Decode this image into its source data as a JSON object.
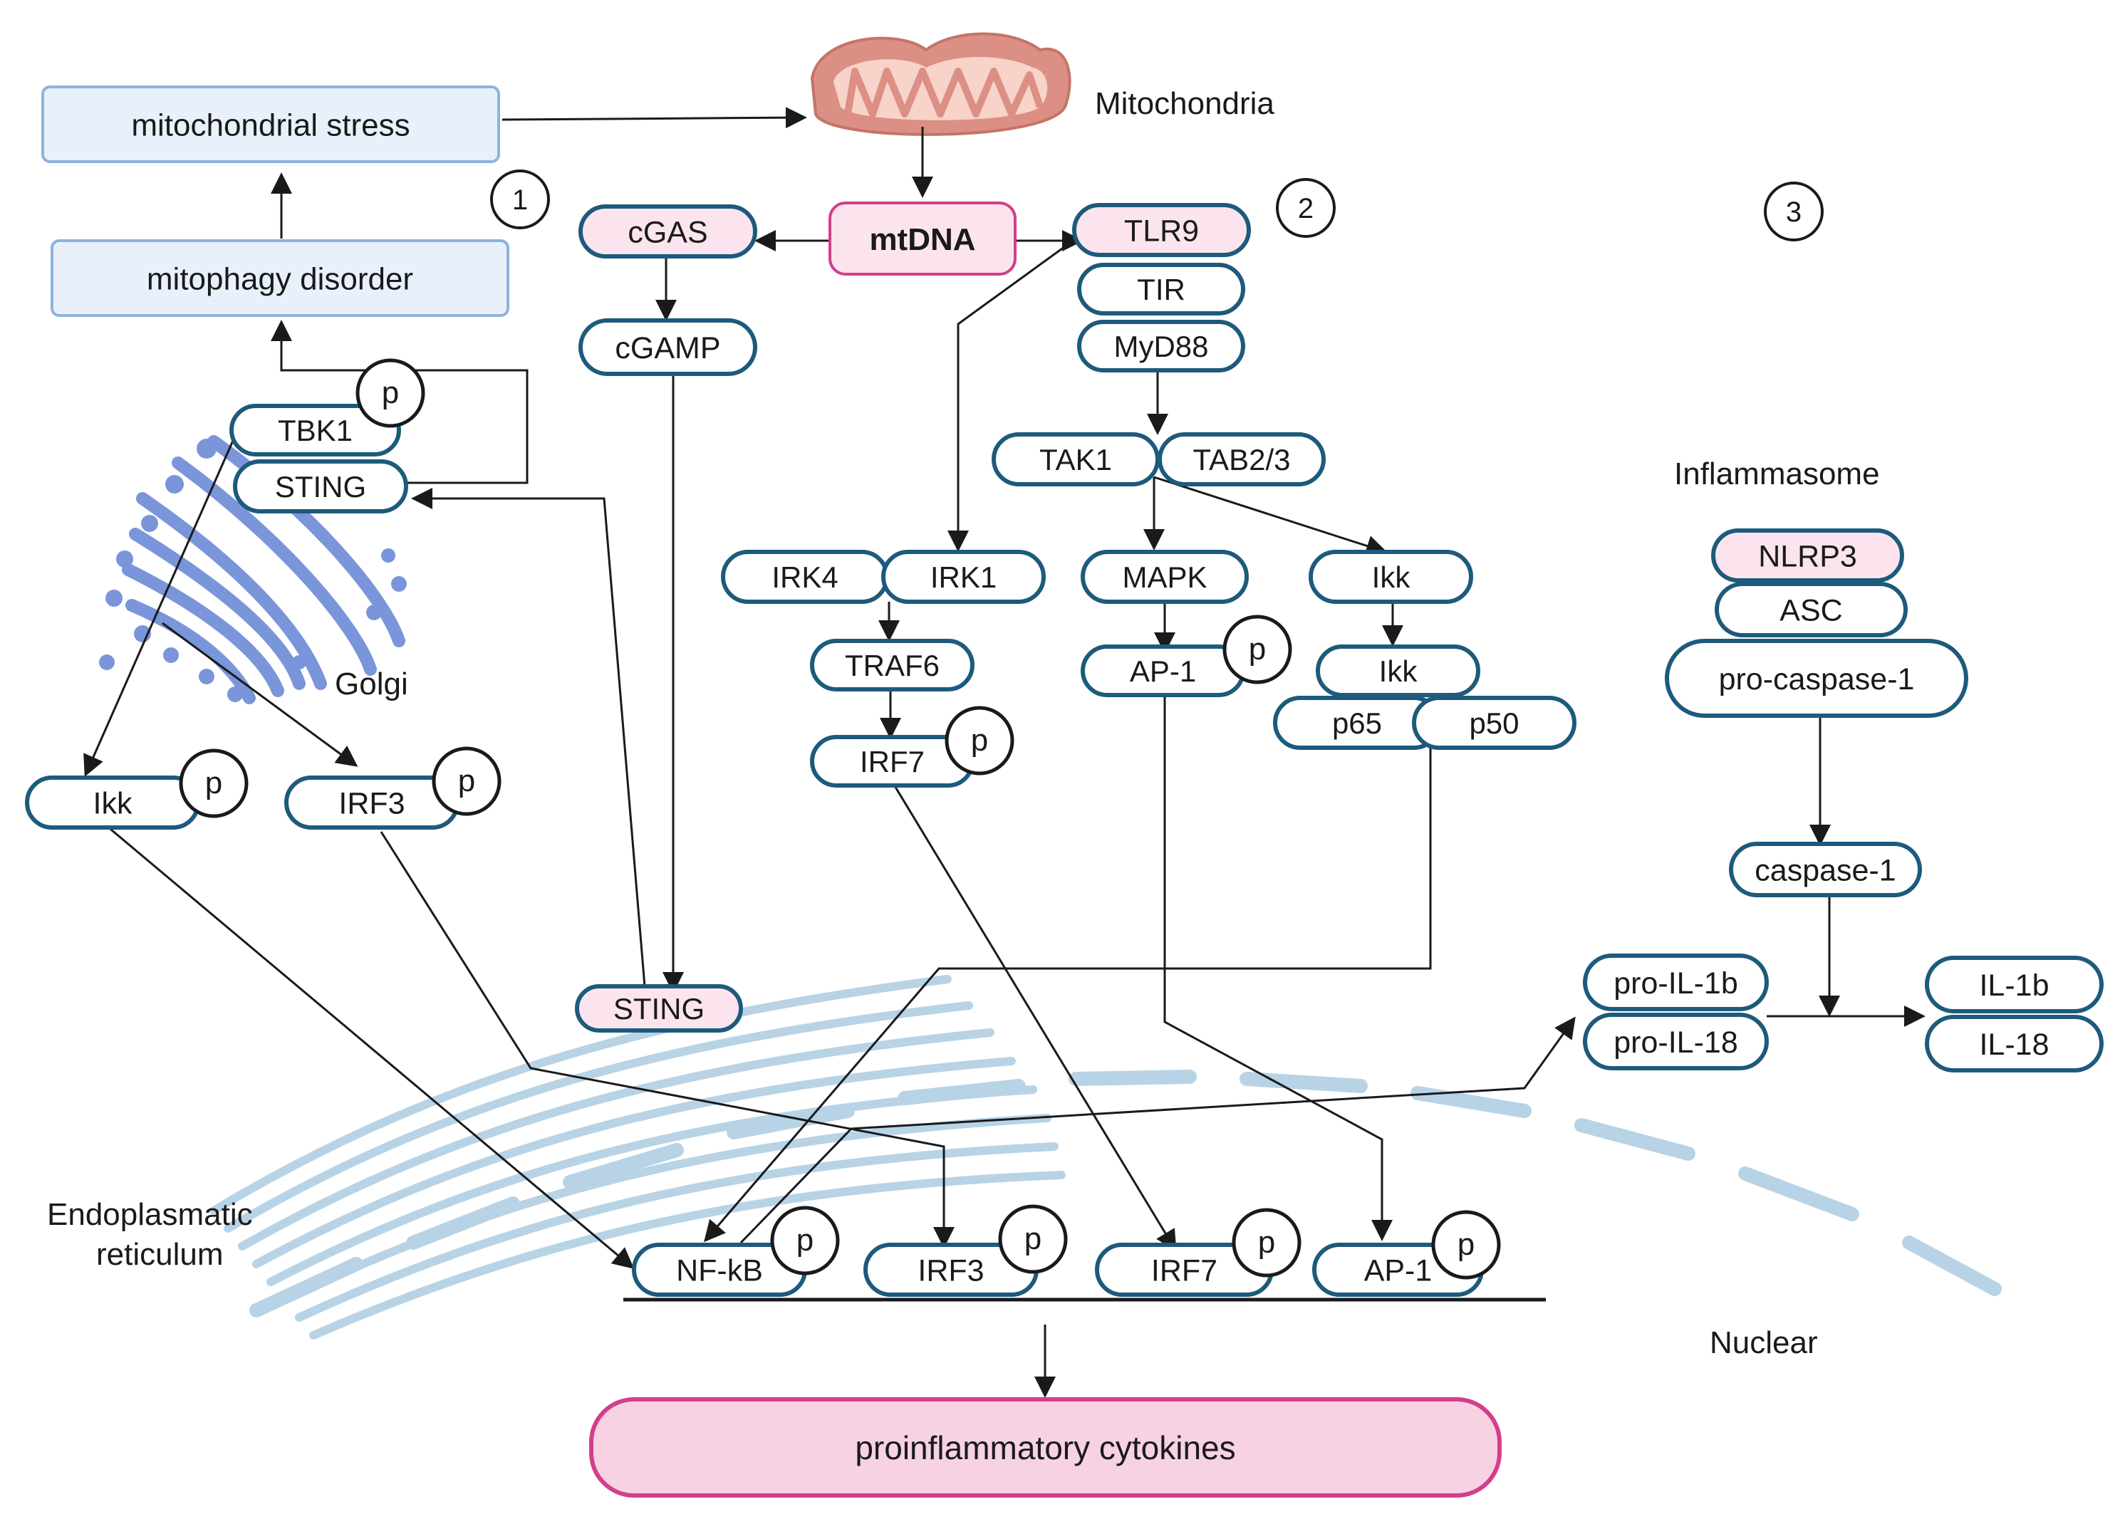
{
  "colors": {
    "node_border": "#1d5a7c",
    "highlight_fill": "#fbe4ee",
    "pink_border": "#d23f8c",
    "cytokine_fill": "#f6d2e3",
    "stress_fill": "#e8f1fb",
    "stress_border": "#8db3dc",
    "golgi": "#7a95da",
    "er": "#b8d3e6",
    "mito_outer": "#dc8f84",
    "mito_inner": "#f7d3c9",
    "arrow": "#1a1a1a"
  },
  "icons": {
    "mitochondrion": "mitochondrion-icon",
    "golgi": "golgi-icon",
    "er": "endoplasmic-reticulum-icon",
    "nuclear_membrane": "nuclear-membrane-icon"
  },
  "labels": {
    "mitochondria": "Mitochondria",
    "golgi": "Golgi",
    "er_line1": "Endoplasmatic",
    "er_line2": "reticulum",
    "nuclear": "Nuclear",
    "inflammasome": "Inflammasome",
    "p": "p"
  },
  "pathway_numbers": [
    "1",
    "2",
    "3"
  ],
  "nodes": {
    "mito_stress": "mitochondrial stress",
    "mitophagy": "mitophagy disorder",
    "mtdna": "mtDNA",
    "cgas": "cGAS",
    "cgamp": "cGAMP",
    "tlr9": "TLR9",
    "tir": "TIR",
    "myd88": "MyD88",
    "tak1": "TAK1",
    "tab23": "TAB2/3",
    "irk4": "IRK4",
    "irk1": "IRK1",
    "traf6": "TRAF6",
    "irf7_mid": "IRF7",
    "mapk": "MAPK",
    "ap1_mid": "AP-1",
    "ikk_right1": "Ikk",
    "ikk_right2": "Ikk",
    "p65": "p65",
    "p50": "p50",
    "tbk1": "TBK1",
    "sting_golgi": "STING",
    "ikk_left": "Ikk",
    "irf3_left": "IRF3",
    "sting_er": "STING",
    "nlrp3": "NLRP3",
    "asc": "ASC",
    "pro_casp1": "pro-caspase-1",
    "casp1": "caspase-1",
    "pro_il1b": "pro-IL-1b",
    "pro_il18": "pro-IL-18",
    "il1b": "IL-1b",
    "il18": "IL-18",
    "nfkb_nuc": "NF-kB",
    "irf3_nuc": "IRF3",
    "irf7_nuc": "IRF7",
    "ap1_nuc": "AP-1",
    "cytokines": "proinflammatory cytokines"
  }
}
